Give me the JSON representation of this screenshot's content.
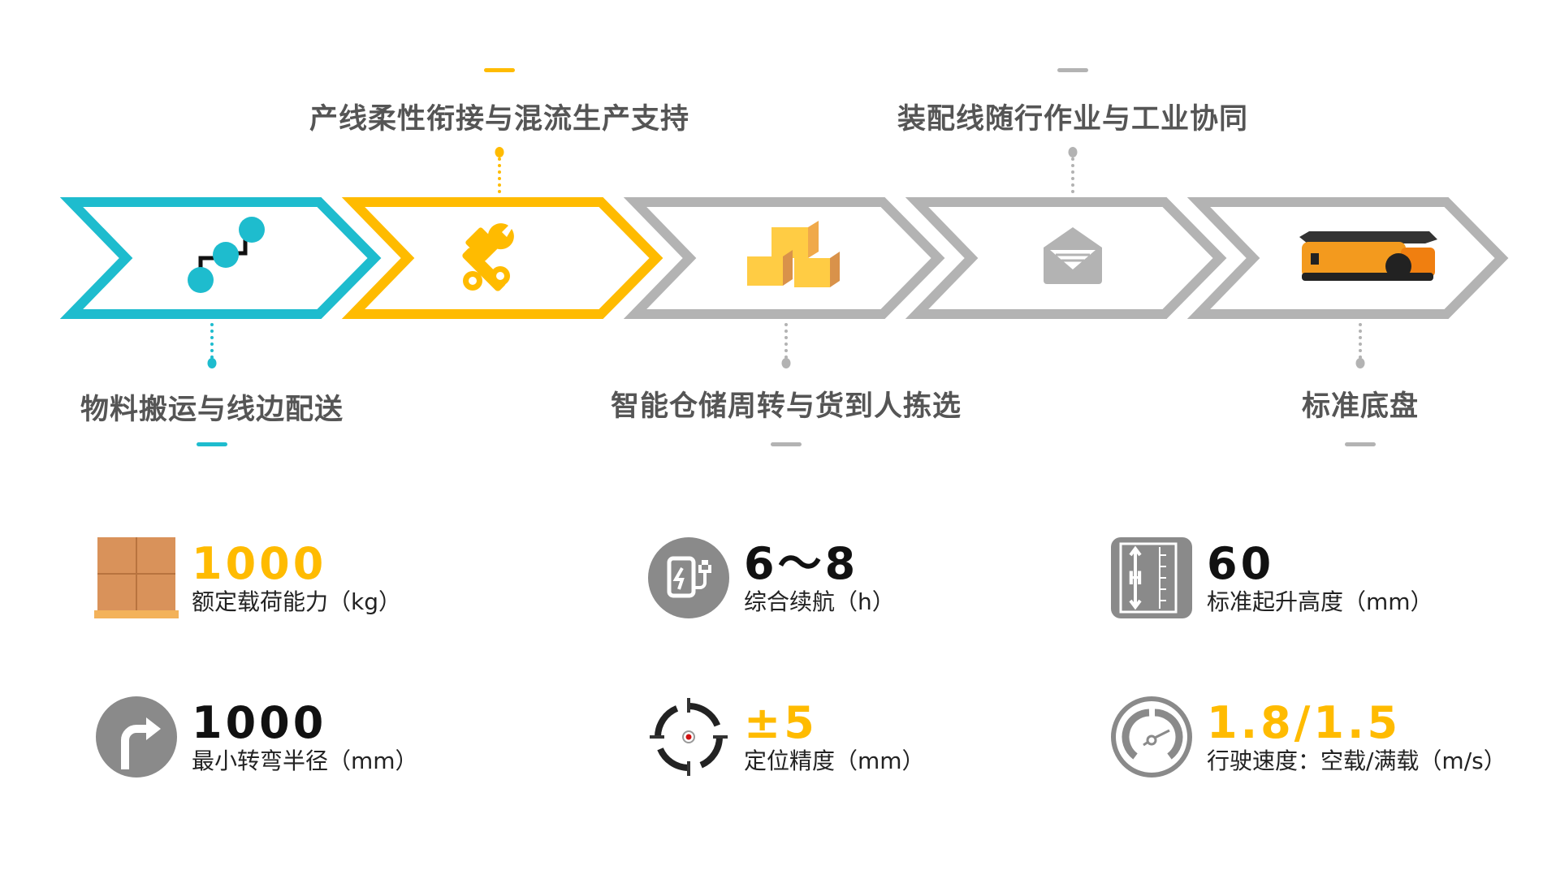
{
  "colors": {
    "cyan": "#1EBCCE",
    "yellow": "#FFBB00",
    "gray": "#B3B3B3",
    "label": "#555555"
  },
  "flow": [
    {
      "label": "物料搬运与线边配送",
      "position": "bottom",
      "color": "#1EBCCE",
      "icon": "network-nodes-icon"
    },
    {
      "label": "产线柔性衔接与混流生产支持",
      "position": "top",
      "color": "#FFBB00",
      "icon": "piston-wrench-icon"
    },
    {
      "label": "智能仓储周转与货到人拣选",
      "position": "bottom",
      "color": "#B3B3B3",
      "icon": "boxes-icon"
    },
    {
      "label": "装配线随行作业与工业协同",
      "position": "top",
      "color": "#B3B3B3",
      "icon": "envelope-icon"
    },
    {
      "label": "标准底盘",
      "position": "bottom",
      "color": "#B3B3B3",
      "icon": "agv-robot-icon"
    }
  ],
  "stats": [
    {
      "value": "1000",
      "label": "额定载荷能力（kg）",
      "value_color": "#FFBB00",
      "icon": "pallet-boxes-icon"
    },
    {
      "value": "6～8",
      "label": "综合续航（h）",
      "value_color": "#111111",
      "icon": "charging-icon"
    },
    {
      "value": "60",
      "label": "标准起升高度（mm）",
      "value_color": "#111111",
      "icon": "lift-height-icon"
    },
    {
      "value": "1000",
      "label": "最小转弯半径（mm）",
      "value_color": "#111111",
      "icon": "turn-right-icon"
    },
    {
      "value": "±5",
      "label": "定位精度（mm）",
      "value_color": "#FFBB00",
      "icon": "crosshair-target-icon"
    },
    {
      "value": "1.8/1.5",
      "label": "行驶速度：空载/满载（m/s）",
      "value_color": "#FFBB00",
      "icon": "speedometer-icon"
    }
  ]
}
